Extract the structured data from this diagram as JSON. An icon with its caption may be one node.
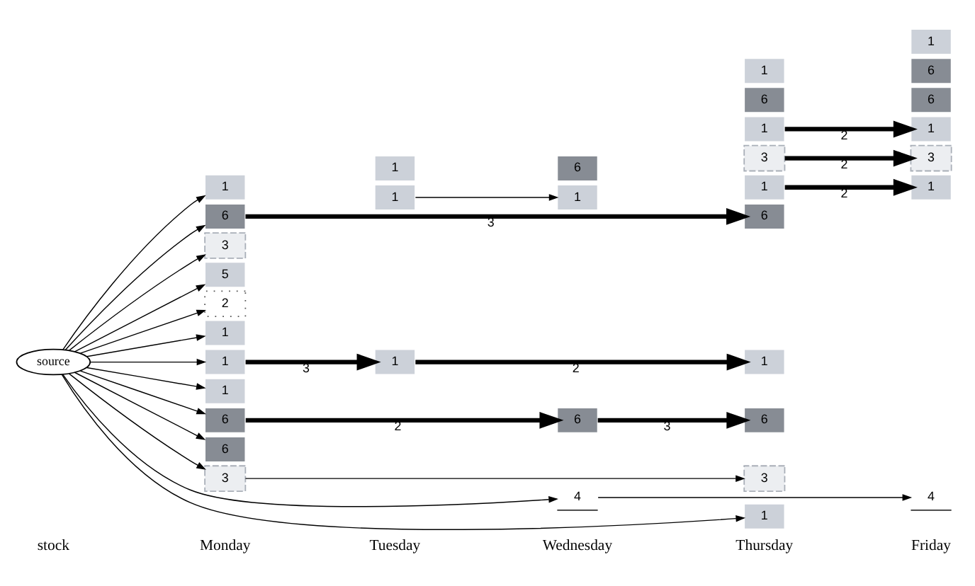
{
  "diagram": {
    "nodes": [
      {
        "text": [
          "source"
        ]
      },
      {
        "text": [
          "1"
        ]
      },
      {
        "text": [
          "6"
        ]
      },
      {
        "text": [
          "3"
        ]
      },
      {
        "text": [
          "5"
        ]
      },
      {
        "text": [
          "2"
        ]
      },
      {
        "text": [
          "1"
        ]
      },
      {
        "text": [
          "1"
        ]
      },
      {
        "text": [
          "1"
        ]
      },
      {
        "text": [
          "6"
        ]
      },
      {
        "text": [
          "6"
        ]
      },
      {
        "text": [
          "3"
        ]
      },
      {
        "text": [
          "1"
        ]
      },
      {
        "text": [
          "1"
        ]
      },
      {
        "text": [
          "1"
        ]
      },
      {
        "text": [
          "4"
        ]
      },
      {
        "text": [
          "1"
        ]
      },
      {
        "text": [
          "6"
        ]
      },
      {
        "text": [
          "6"
        ]
      },
      {
        "text": [
          "1"
        ]
      },
      {
        "text": [
          "6"
        ]
      },
      {
        "text": [
          "3"
        ]
      },
      {
        "text": [
          "1"
        ]
      },
      {
        "text": [
          "1"
        ]
      },
      {
        "text": [
          "6"
        ]
      },
      {
        "text": [
          "6"
        ]
      },
      {
        "text": [
          "1"
        ]
      },
      {
        "text": [
          "1"
        ]
      },
      {
        "text": [
          "3"
        ]
      },
      {
        "text": [
          "1"
        ]
      },
      {
        "text": [
          "6"
        ]
      },
      {
        "text": [
          "4"
        ]
      },
      {
        "text": [
          "1"
        ]
      },
      {
        "text": [
          "6"
        ]
      },
      {
        "text": [
          "3"
        ]
      },
      {
        "text": [
          "1"
        ]
      }
    ],
    "edges": [
      {
        "from": 0,
        "to": 1,
        "arrow": "to"
      },
      {
        "from": 0,
        "to": 2,
        "arrow": "to"
      },
      {
        "from": 0,
        "to": 3,
        "arrow": "to"
      },
      {
        "from": 0,
        "to": 4,
        "arrow": "to"
      },
      {
        "from": 0,
        "to": 5,
        "arrow": "to"
      },
      {
        "from": 0,
        "to": 15,
        "arrow": "to"
      },
      {
        "from": 0,
        "to": 22,
        "arrow": "to"
      },
      {
        "from": 0,
        "to": 6,
        "arrow": "to"
      },
      {
        "from": 0,
        "to": 7,
        "arrow": "to"
      },
      {
        "from": 0,
        "to": 8,
        "arrow": "to"
      },
      {
        "from": 0,
        "to": 9,
        "arrow": "to"
      },
      {
        "from": 0,
        "to": 10,
        "arrow": "to"
      },
      {
        "from": 0,
        "to": 11,
        "arrow": "to"
      },
      {
        "from": 2,
        "to": 20,
        "arrow": "to",
        "label": "3",
        "style": "thick"
      },
      {
        "from": 12,
        "to": 16,
        "arrow": "to"
      },
      {
        "from": 15,
        "to": 31,
        "arrow": "to"
      },
      {
        "from": 19,
        "to": 29,
        "arrow": "to",
        "label": "2",
        "style": "thick"
      },
      {
        "from": 21,
        "to": 34,
        "arrow": "to",
        "label": "2",
        "style": "thick"
      },
      {
        "from": 7,
        "to": 13,
        "arrow": "to",
        "label": "3",
        "style": "thick"
      },
      {
        "from": 9,
        "to": 17,
        "arrow": "to",
        "label": "2",
        "style": "thick"
      },
      {
        "from": 13,
        "to": 26,
        "arrow": "to",
        "label": "2",
        "style": "thick"
      },
      {
        "from": 17,
        "to": 24,
        "arrow": "to",
        "label": "3",
        "style": "thick"
      },
      {
        "from": 23,
        "to": 32,
        "arrow": "to",
        "label": "2",
        "style": "thick"
      },
      {
        "from": 11,
        "to": 28,
        "arrow": "to"
      }
    ],
    "labels": [
      "stock",
      "Monday",
      "Tuesday",
      "Wednesday",
      "Thursday",
      "Friday"
    ]
  }
}
